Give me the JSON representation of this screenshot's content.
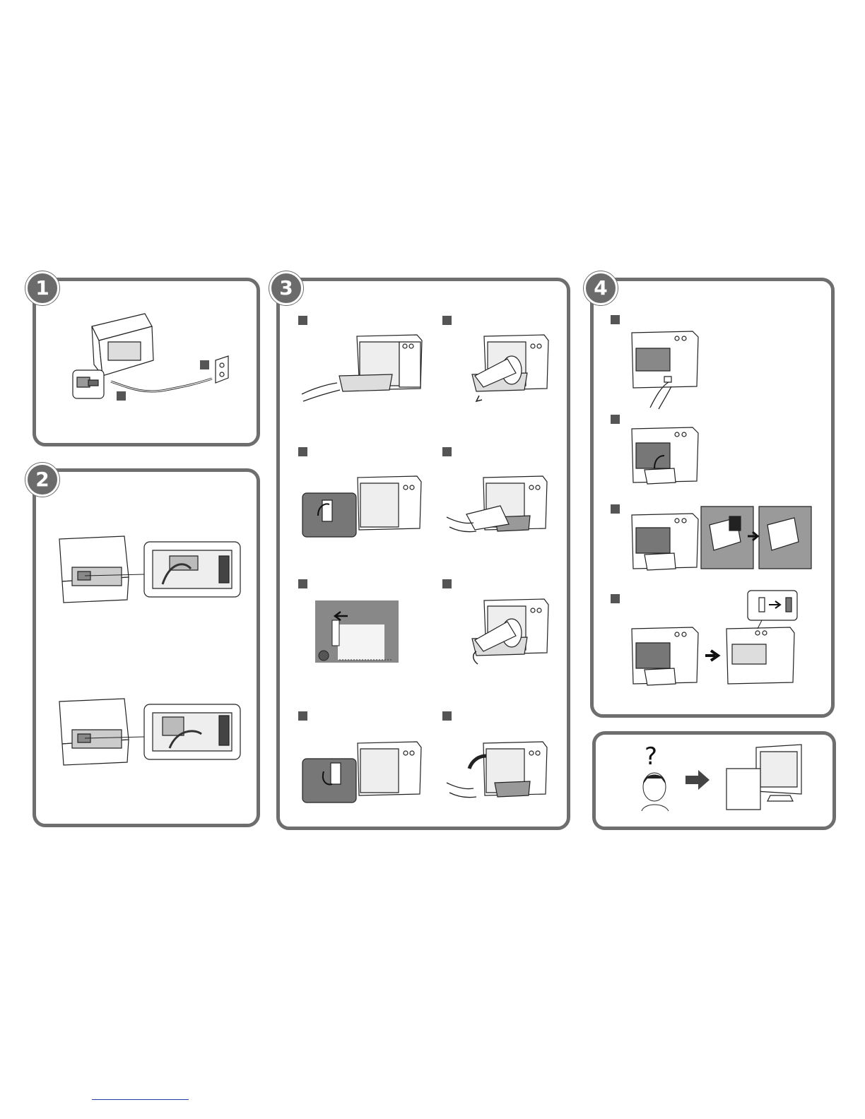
{
  "badges": {
    "step1": "1",
    "step2": "2",
    "step3": "3",
    "step4": "4"
  },
  "icons": {
    "question_mark": "?"
  },
  "colors": {
    "panel_border": "#6e6e6e",
    "badge_fill": "#6b6b6b",
    "step_marker": "#555555"
  }
}
